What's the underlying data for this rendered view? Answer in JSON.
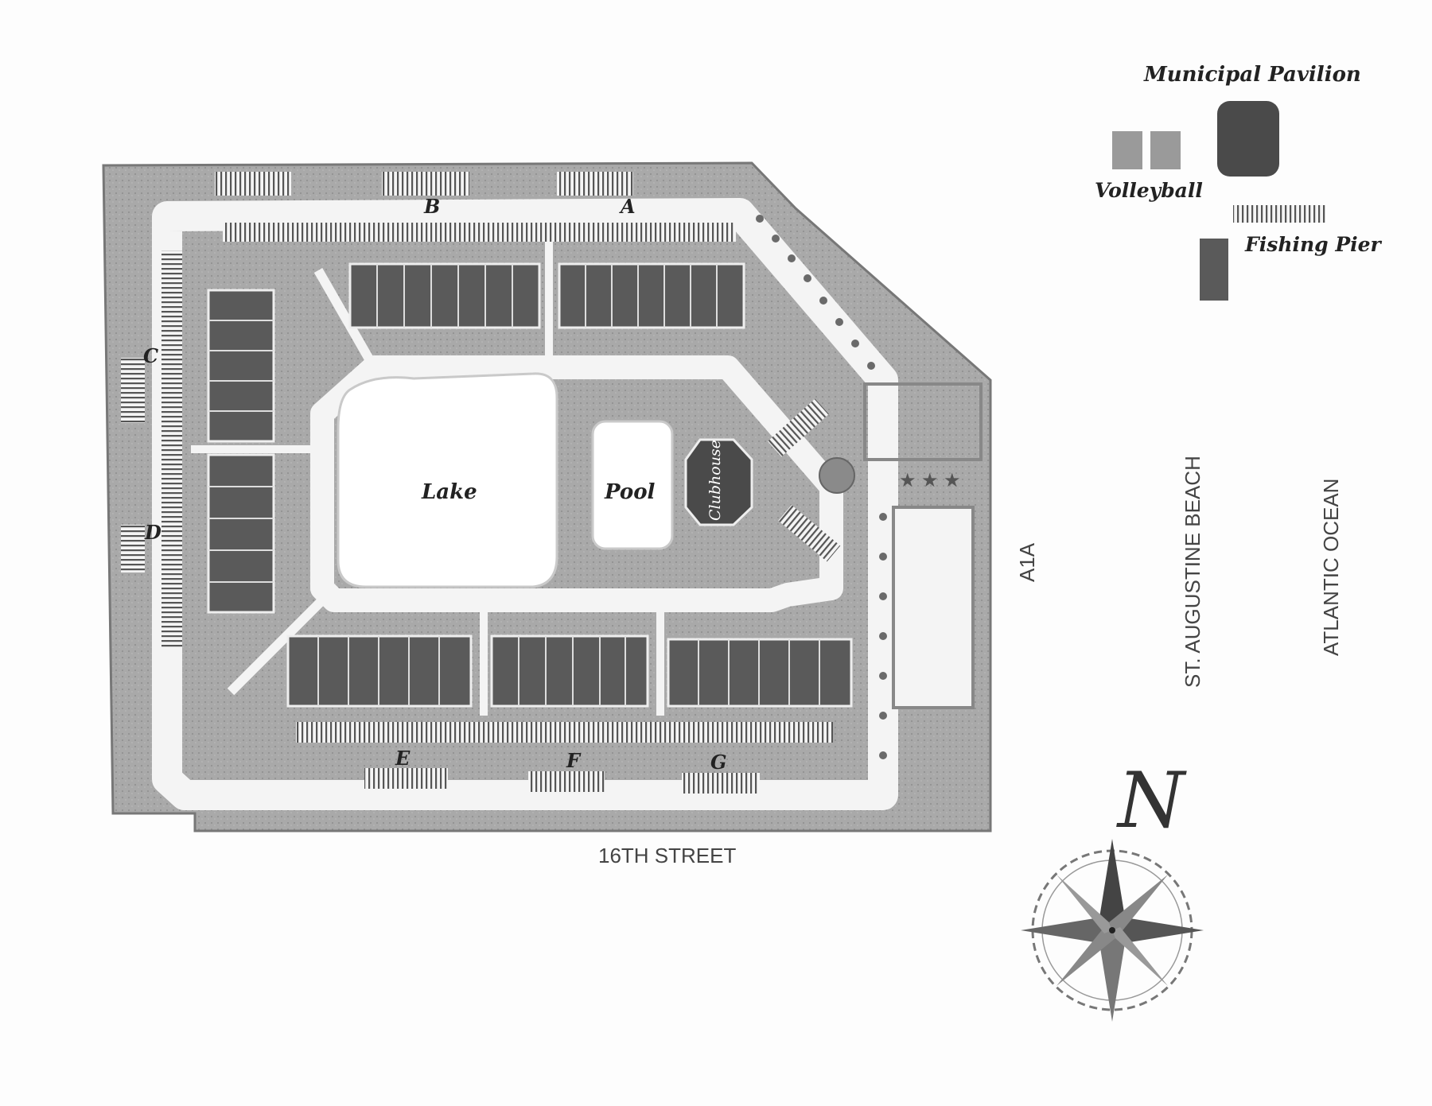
{
  "labels": {
    "municipal_pavilion": "Municipal Pavilion",
    "volleyball": "Volleyball",
    "fishing_pier": "Fishing Pier",
    "lake": "Lake",
    "pool": "Pool",
    "clubhouse": "Clubhouse",
    "a1a": "A1A",
    "st_augustine_beach": "ST. AUGUSTINE BEACH",
    "atlantic_ocean": "ATLANTIC OCEAN",
    "sixteenth_street": "16TH STREET",
    "north": "N"
  },
  "buildings": [
    "A",
    "B",
    "C",
    "D",
    "E",
    "F",
    "G"
  ],
  "colors": {
    "ground": "#a8a8a8",
    "road": "#f4f4f4",
    "building": "#5a5a5a",
    "pavilion": "#4a4a4a",
    "water": "#ffffff"
  }
}
